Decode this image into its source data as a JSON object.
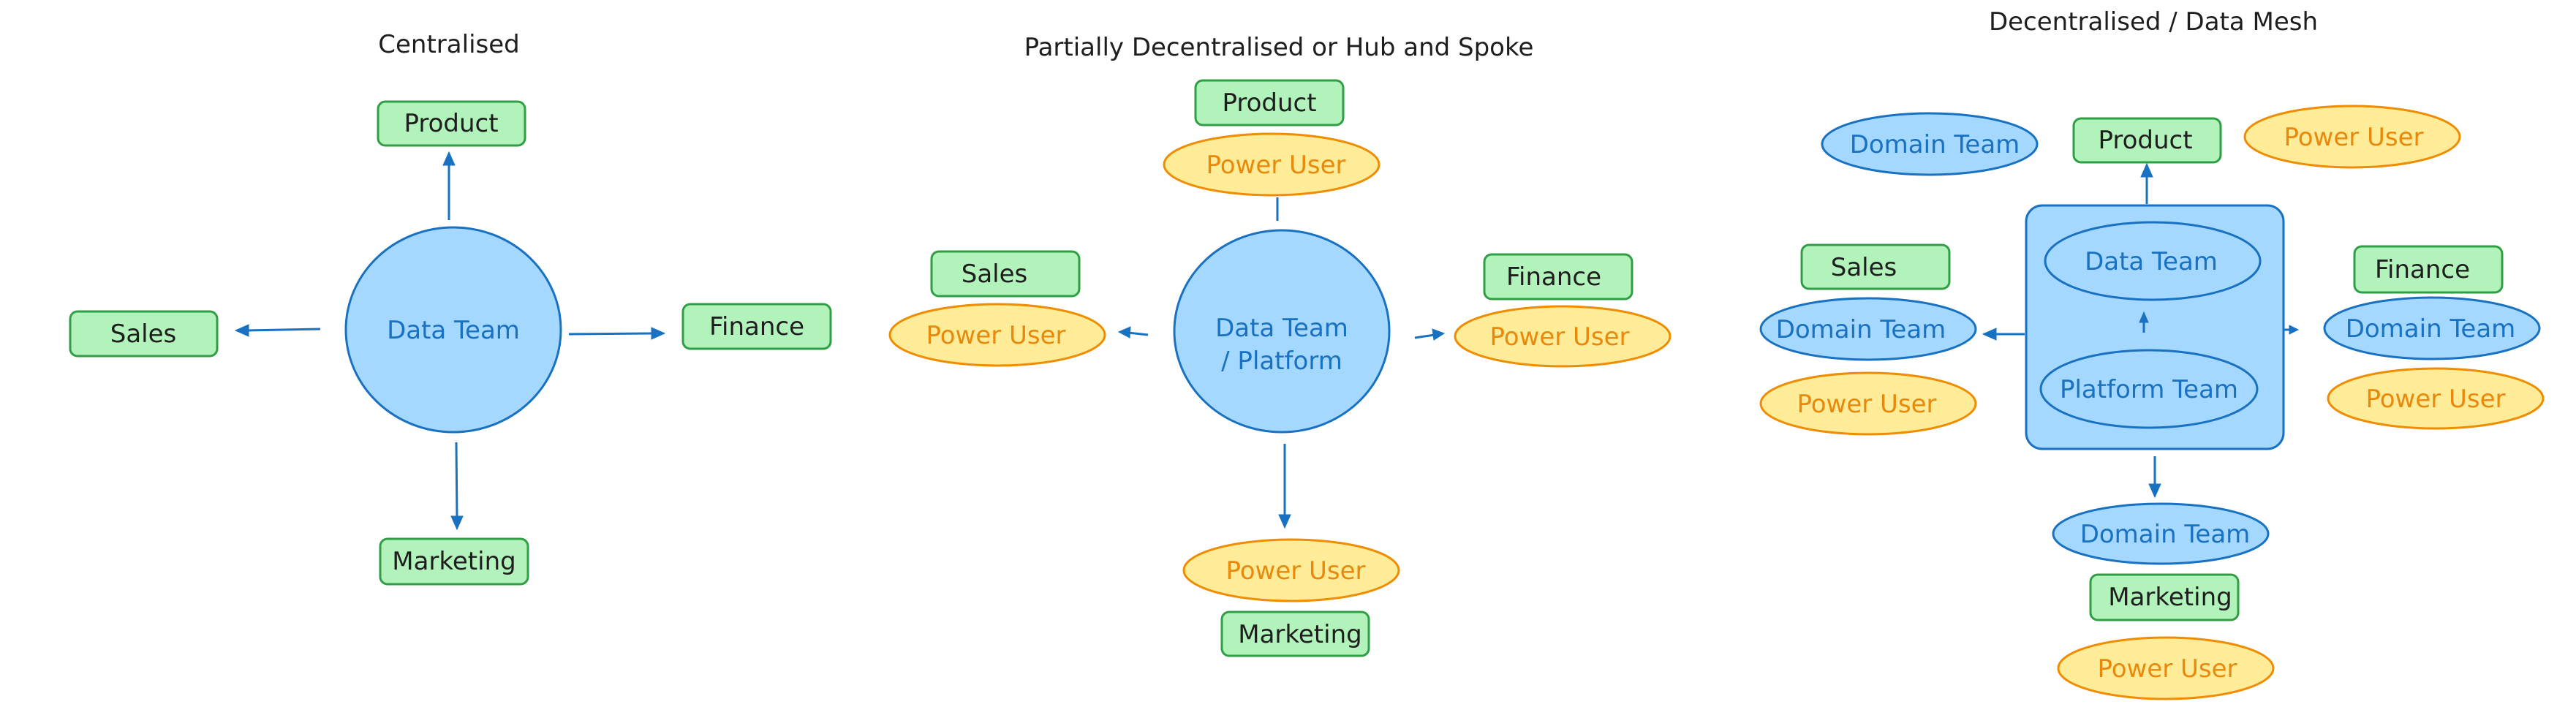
{
  "colors": {
    "green_fill": "#b2f2bb",
    "green_stroke": "#2f9e44",
    "blue_fill": "#a5d8ff",
    "blue_stroke": "#1971c2",
    "yellow_fill": "#ffec99",
    "yellow_stroke": "#f08c00",
    "text_dark": "#1e1e1e"
  },
  "diagrams": [
    {
      "id": "centralised",
      "title": "Centralised",
      "hub": {
        "lines": [
          "Data Team"
        ]
      },
      "nodes": {
        "product": "Product",
        "sales": "Sales",
        "finance": "Finance",
        "marketing": "Marketing"
      },
      "edges": [
        {
          "from": "Data Team",
          "to": "Product"
        },
        {
          "from": "Data Team",
          "to": "Sales"
        },
        {
          "from": "Data Team",
          "to": "Finance"
        },
        {
          "from": "Data Team",
          "to": "Marketing"
        }
      ]
    },
    {
      "id": "hub-and-spoke",
      "title": "Partially Decentralised or Hub and Spoke",
      "hub": {
        "lines": [
          "Data Team",
          "/ Platform"
        ]
      },
      "nodes": {
        "product": "Product",
        "product_power_user": "Power User",
        "sales": "Sales",
        "sales_power_user": "Power User",
        "finance": "Finance",
        "finance_power_user": "Power User",
        "marketing": "Marketing",
        "marketing_power_user": "Power User"
      },
      "edges": [
        {
          "from": "Data Team / Platform",
          "to": "Product Power User"
        },
        {
          "from": "Data Team / Platform",
          "to": "Sales Power User"
        },
        {
          "from": "Data Team / Platform",
          "to": "Finance Power User"
        },
        {
          "from": "Data Team / Platform",
          "to": "Marketing Power User"
        }
      ]
    },
    {
      "id": "data-mesh",
      "title": "Decentralised / Data Mesh",
      "hub": {
        "data_team": "Data Team",
        "platform_team": "Platform Team"
      },
      "nodes": {
        "product_domain_team": "Domain Team",
        "product": "Product",
        "product_power_user": "Power User",
        "sales": "Sales",
        "sales_domain_team": "Domain Team",
        "sales_power_user": "Power User",
        "finance": "Finance",
        "finance_domain_team": "Domain Team",
        "finance_power_user": "Power User",
        "marketing_domain_team": "Domain Team",
        "marketing": "Marketing",
        "marketing_power_user": "Power User"
      },
      "edges": [
        {
          "from": "Platform Team",
          "to": "Data Team"
        },
        {
          "from": "Hub",
          "to": "Product"
        },
        {
          "from": "Hub",
          "to": "Sales Domain Team"
        },
        {
          "from": "Hub",
          "to": "Finance Domain Team"
        },
        {
          "from": "Hub",
          "to": "Marketing Domain Team"
        }
      ]
    }
  ]
}
